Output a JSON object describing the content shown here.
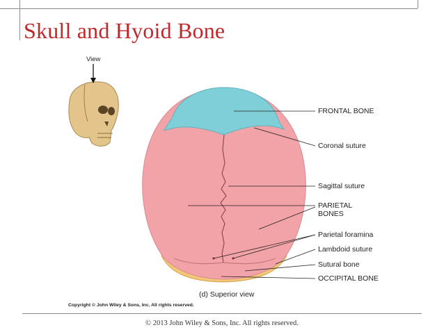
{
  "slide": {
    "title": "Skull and Hyoid Bone",
    "footer": "© 2013 John Wiley & Sons, Inc. All rights reserved."
  },
  "figure": {
    "view_label": "View",
    "caption": "(d) Superior view",
    "copyright": "Copyright © John Wiley & Sons, Inc. All rights reserved.",
    "labels": {
      "frontal_bone": "FRONTAL BONE",
      "coronal_suture": "Coronal suture",
      "sagittal_suture": "Sagittal suture",
      "parietal_bones_line1": "PARIETAL",
      "parietal_bones_line2": "BONES",
      "parietal_foramina": "Parietal foramina",
      "lambdoid_suture": "Lambdoid suture",
      "sutural_bone": "Sutural bone",
      "occipital_bone": "OCCIPITAL BONE"
    },
    "colors": {
      "frontal": "#7fcfd8",
      "parietal": "#f2a3a8",
      "occipital": "#f3c77a",
      "title": "#c0282c"
    }
  }
}
